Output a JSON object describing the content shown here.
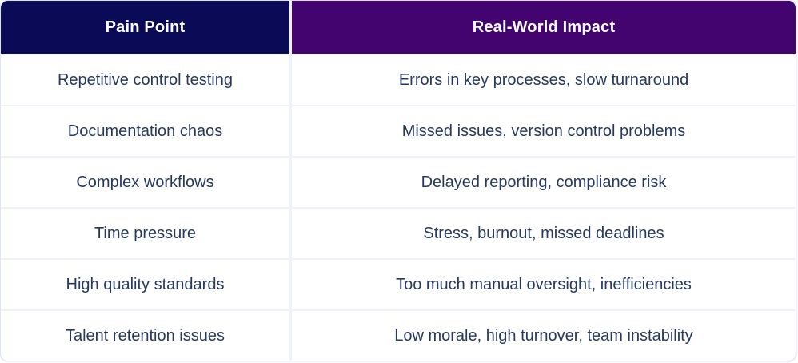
{
  "colors": {
    "header_left_bg": "#0a0a57",
    "header_right_bg": "#430470",
    "header_text": "#ffffff",
    "body_text": "#263a5f",
    "row_bg": "#ffffff",
    "grid_line": "#eef2fa",
    "outer_border": "#dfe6f3"
  },
  "table": {
    "headers": [
      {
        "label": "Pain Point"
      },
      {
        "label": "Real-World Impact"
      }
    ],
    "rows": [
      {
        "pain_point": "Repetitive control testing",
        "impact": "Errors in key processes, slow turnaround"
      },
      {
        "pain_point": "Documentation chaos",
        "impact": "Missed issues, version control problems"
      },
      {
        "pain_point": "Complex workflows",
        "impact": "Delayed reporting, compliance risk"
      },
      {
        "pain_point": "Time pressure",
        "impact": "Stress, burnout, missed deadlines"
      },
      {
        "pain_point": "High quality standards",
        "impact": "Too much manual oversight, inefficiencies"
      },
      {
        "pain_point": "Talent retention issues",
        "impact": "Low morale, high turnover, team instability"
      }
    ]
  },
  "chart_data": {
    "type": "table",
    "title": "",
    "columns": [
      "Pain Point",
      "Real-World Impact"
    ],
    "rows": [
      [
        "Repetitive control testing",
        "Errors in key processes, slow turnaround"
      ],
      [
        "Documentation chaos",
        "Missed issues, version control problems"
      ],
      [
        "Complex workflows",
        "Delayed reporting, compliance risk"
      ],
      [
        "Time pressure",
        "Stress, burnout, missed deadlines"
      ],
      [
        "High quality standards",
        "Too much manual oversight, inefficiencies"
      ],
      [
        "Talent retention issues",
        "Low morale, high turnover, team instability"
      ]
    ]
  }
}
